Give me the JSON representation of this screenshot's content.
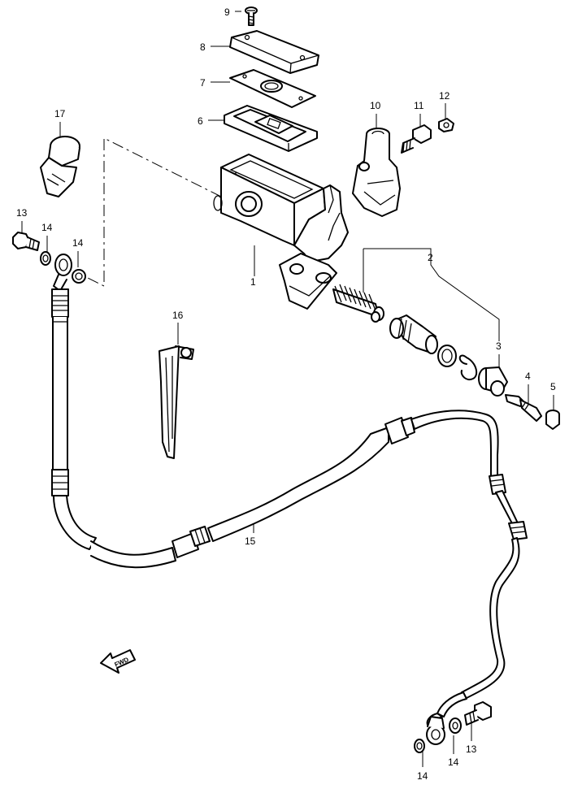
{
  "callouts": {
    "c1": "1",
    "c2": "2",
    "c3": "3",
    "c4": "4",
    "c5": "5",
    "c6": "6",
    "c7": "7",
    "c8": "8",
    "c9": "9",
    "c10": "10",
    "c11": "11",
    "c12": "12",
    "c13a": "13",
    "c13b": "13",
    "c14a": "14",
    "c14b": "14",
    "c14c": "14",
    "c14d": "14",
    "c15": "15",
    "c16": "16",
    "c17": "17"
  },
  "fwd_label": "FWD",
  "colors": {
    "line": "#000000",
    "background": "#ffffff"
  }
}
